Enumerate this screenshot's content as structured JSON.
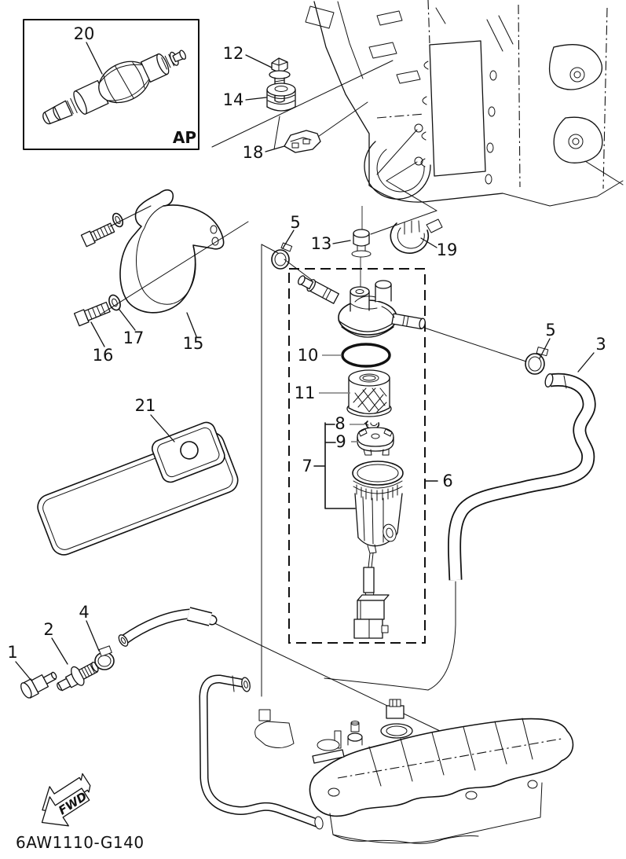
{
  "diagram": {
    "drawing_code": "6AW1110-G140",
    "inset_label": "AP",
    "fwd_label": "FWD",
    "labels": {
      "p1": "1",
      "p2": "2",
      "p3": "3",
      "p4": "4",
      "p5_left": "5",
      "p5_right": "5",
      "p6": "6",
      "p7": "7",
      "p8": "8",
      "p9": "9",
      "p10": "10",
      "p11": "11",
      "p12": "12",
      "p13": "13",
      "p14": "14",
      "p15": "15",
      "p16": "16",
      "p17": "17",
      "p18": "18",
      "p19": "19",
      "p20": "20",
      "p21": "21"
    },
    "colors": {
      "line": "#111111",
      "leader_gray": "#7f7f7f",
      "background": "#ffffff"
    }
  }
}
